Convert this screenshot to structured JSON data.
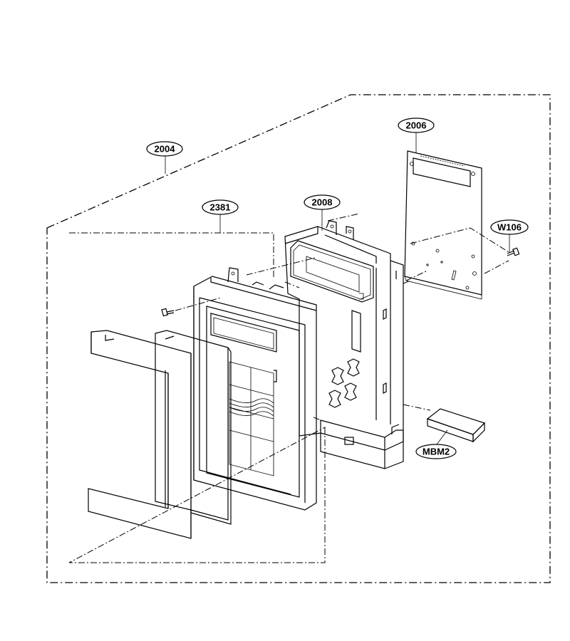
{
  "callouts": {
    "c2004": "2004",
    "c2381": "2381",
    "c2008": "2008",
    "c2006": "2006",
    "cW106": "W106",
    "cMBM2": "MBM2"
  },
  "colors": {
    "line": "#000000",
    "background": "#ffffff",
    "shade": "#d9d9d9"
  }
}
